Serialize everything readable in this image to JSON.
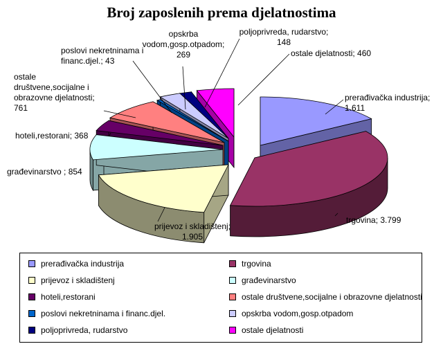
{
  "chart_data": {
    "type": "pie",
    "title": "Broj zaposlenih prema djelatnostima",
    "slices": [
      {
        "name": "prerađivačka industrija",
        "value": 1611,
        "label_lines": [
          "prerađivačka industrija;",
          "1.611"
        ],
        "color": "#9999FF"
      },
      {
        "name": "trgovina",
        "value": 3799,
        "label_lines": [
          "trgovina; 3.799"
        ],
        "color": "#993366"
      },
      {
        "name": "prijevoz i skladištenj",
        "value": 1905,
        "label_lines": [
          "prijevoz i skladištenj;",
          "1.905"
        ],
        "color": "#FFFFCC"
      },
      {
        "name": "građevinarstvo",
        "value": 854,
        "label_lines": [
          "građevinarstvo ; 854"
        ],
        "color": "#CCFFFF"
      },
      {
        "name": "hoteli,restorani",
        "value": 368,
        "label_lines": [
          "hoteli,restorani; 368"
        ],
        "color": "#660066"
      },
      {
        "name": "ostale društvene,socijalne i obrazovne djelatnosti",
        "value": 761,
        "label_lines": [
          "ostale",
          "društvene,socijalne i",
          "obrazovne djelatnosti;",
          "761"
        ],
        "color": "#FF8080"
      },
      {
        "name": "poslovi nekretninama i financ.djel.",
        "value": 43,
        "label_lines": [
          "poslovi nekretninama i",
          "financ.djel.; 43"
        ],
        "color": "#0066CC"
      },
      {
        "name": "opskrba vodom,gosp.otpadom",
        "value": 269,
        "label_lines": [
          "opskrba",
          "vodom,gosp.otpadom;",
          "269"
        ],
        "color": "#CCCCFF"
      },
      {
        "name": "poljoprivreda, rudarstvo",
        "value": 148,
        "label_lines": [
          "poljoprivreda, rudarstvo;",
          "148"
        ],
        "color": "#000080"
      },
      {
        "name": "ostale djelatnosti",
        "value": 460,
        "label_lines": [
          "ostale djelatnosti; 460"
        ],
        "color": "#FF00FF"
      }
    ],
    "legend_position": "bottom"
  }
}
